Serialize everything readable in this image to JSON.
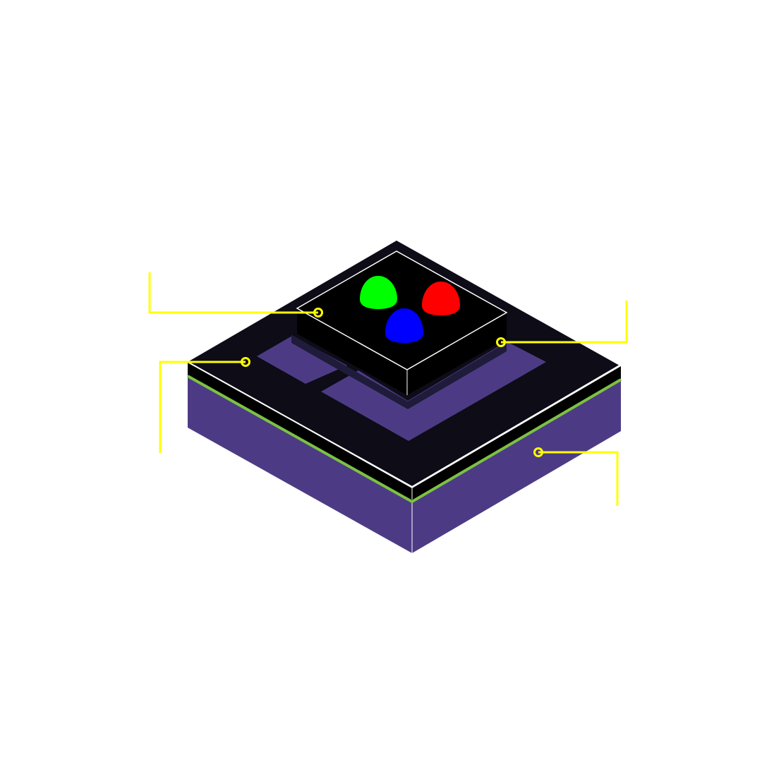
{
  "diagram": {
    "type": "isometric-led-chip-cross-section",
    "colors": {
      "background": "#ffffff",
      "substrate": "#4c3b84",
      "top_plate": "#0d0c17",
      "edge_black": "#000000",
      "pad_purple": "#4c3b84",
      "chip_shadow": "#1f1b3a",
      "outline": "#ffffff",
      "green_line": "#7cc242",
      "callout": "#ffff00",
      "led_green": "#00ff00",
      "led_red": "#ff0000",
      "led_blue": "#0000ff"
    },
    "leds": [
      {
        "name": "green-led",
        "color": "#00ff00"
      },
      {
        "name": "red-led",
        "color": "#ff0000"
      },
      {
        "name": "blue-led",
        "color": "#0000ff"
      }
    ],
    "callouts": [
      {
        "name": "callout-chip-top-left",
        "label": ""
      },
      {
        "name": "callout-plate-left",
        "label": ""
      },
      {
        "name": "callout-chip-right",
        "label": ""
      },
      {
        "name": "callout-substrate-right",
        "label": ""
      }
    ]
  }
}
